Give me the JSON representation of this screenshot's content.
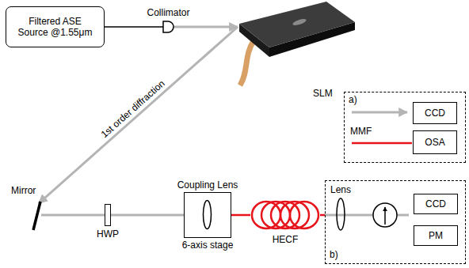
{
  "diagram": {
    "nodes": [
      {
        "text": [
          "Filtered ASE Source @1.55μm"
        ]
      },
      {
        "text": [
          "Collimator"
        ]
      },
      {
        "text": [
          "SLM"
        ]
      },
      {
        "text": [
          "Mirror"
        ]
      },
      {
        "text": [
          "HWP"
        ]
      },
      {
        "text": [
          "Coupling Lens",
          "6-axis stage"
        ]
      },
      {
        "text": [
          "HECF"
        ]
      },
      {
        "text": [
          "a)"
        ]
      },
      {
        "text": [
          "CCD"
        ],
        "in": 7
      },
      {
        "text": [
          "OSA"
        ],
        "in": 7
      },
      {
        "text": [
          "b)"
        ]
      },
      {
        "text": [
          "Lens"
        ],
        "in": 10
      },
      {
        "text": [
          "CCD"
        ],
        "in": 10
      },
      {
        "text": [
          "PM"
        ],
        "in": 10
      }
    ],
    "edges": [
      {
        "from": 0,
        "to": 1,
        "arrow": "none"
      },
      {
        "from": 1,
        "to": 2,
        "arrow": "to"
      },
      {
        "from": 2,
        "to": 3,
        "arrow": "to",
        "label": "1st order diffraction"
      },
      {
        "from": 3,
        "to": 4,
        "arrow": "none"
      },
      {
        "from": 4,
        "to": 5,
        "arrow": "none"
      },
      {
        "from": 5,
        "to": 6,
        "arrow": "none"
      },
      {
        "from": 6,
        "to": 10,
        "arrow": "none"
      }
    ],
    "labels": [
      "MMF"
    ]
  }
}
